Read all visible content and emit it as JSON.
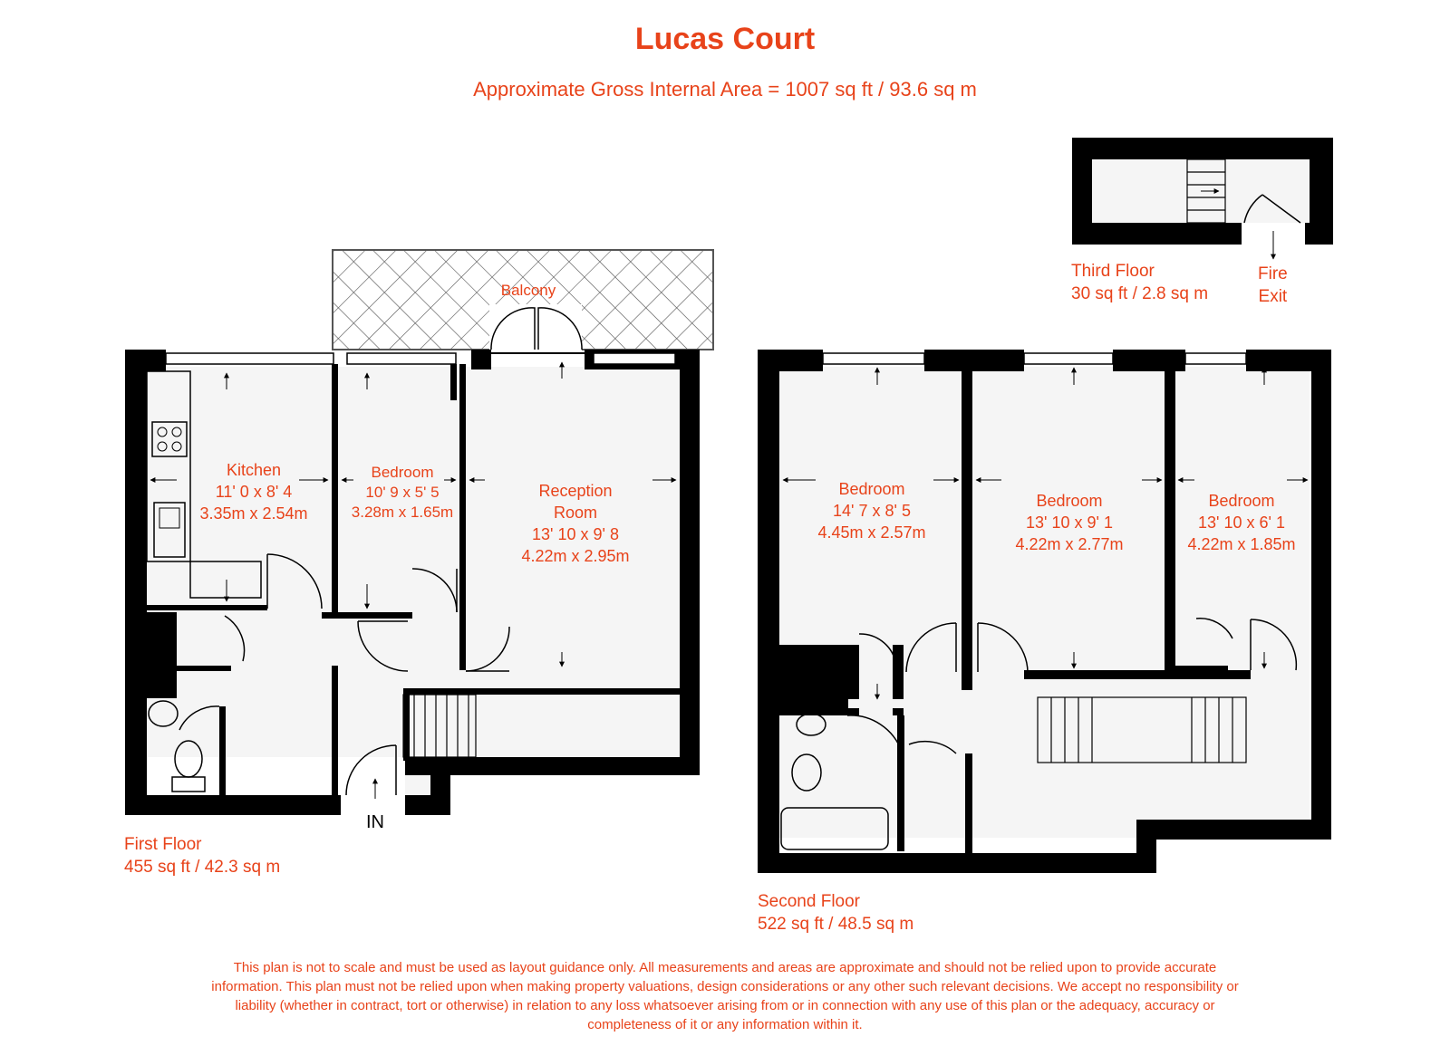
{
  "header": {
    "title": "Lucas Court",
    "subtitle": "Approximate Gross Internal Area = 1007 sq ft / 93.6 sq m"
  },
  "colors": {
    "accent": "#e8431a",
    "wall": "#000000",
    "floor": "#f5f5f5"
  },
  "first_floor": {
    "name": "First Floor",
    "area": "455 sq ft / 42.3 sq m",
    "entrance": "IN",
    "balcony": "Balcony",
    "rooms": {
      "kitchen": {
        "name": "Kitchen",
        "imperial": "11' 0 x 8' 4",
        "metric": "3.35m x 2.54m"
      },
      "bedroom": {
        "name": "Bedroom",
        "imperial": "10' 9 x 5' 5",
        "metric": "3.28m x 1.65m"
      },
      "reception": {
        "name_line1": "Reception",
        "name_line2": "Room",
        "imperial": "13' 10 x 9' 8",
        "metric": "4.22m x 2.95m"
      }
    }
  },
  "second_floor": {
    "name": "Second Floor",
    "area": "522 sq ft / 48.5 sq m",
    "rooms": {
      "bedroom1": {
        "name": "Bedroom",
        "imperial": "14' 7 x 8' 5",
        "metric": "4.45m x 2.57m"
      },
      "bedroom2": {
        "name": "Bedroom",
        "imperial": "13' 10 x 9' 1",
        "metric": "4.22m x 2.77m"
      },
      "bedroom3": {
        "name": "Bedroom",
        "imperial": "13' 10 x 6' 1",
        "metric": "4.22m x 1.85m"
      }
    }
  },
  "third_floor": {
    "name": "Third Floor",
    "area": "30 sq ft / 2.8 sq m",
    "fire_exit_line1": "Fire",
    "fire_exit_line2": "Exit"
  },
  "disclaimer": "This plan is not to scale and must be used as layout guidance only. All measurements and areas are approximate and should not be relied upon to provide accurate information. This plan must not be relied upon when making property valuations, design considerations or any other such relevant decisions. We accept no responsibility or liability (whether in contract, tort or otherwise) in relation to any loss whatsoever arising from or in connection with any use of this plan or the adequacy, accuracy or completeness of it or any information within it."
}
